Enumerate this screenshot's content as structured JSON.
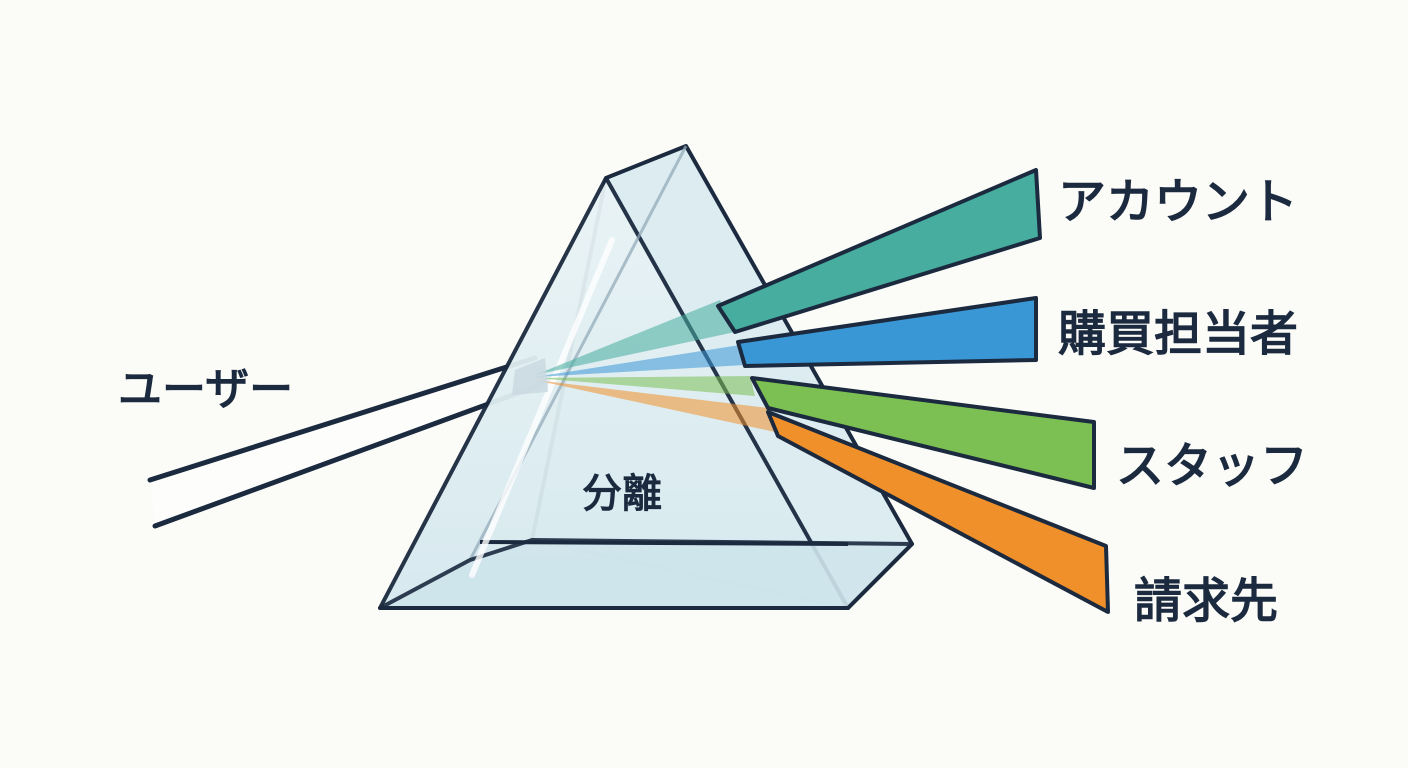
{
  "input_label": "ユーザー",
  "prism_label": "分離",
  "outputs": [
    {
      "label": "アカウント",
      "color": "#46ad9f"
    },
    {
      "label": "購買担当者",
      "color": "#3a97d6"
    },
    {
      "label": "スタッフ",
      "color": "#7cbf53"
    },
    {
      "label": "請求先",
      "color": "#f0902a"
    }
  ],
  "colors": {
    "background": "#fbfbf8",
    "outline": "#1b2a3f",
    "prism_fill": "#e3f0f4",
    "prism_base": "#cfe5ec"
  }
}
